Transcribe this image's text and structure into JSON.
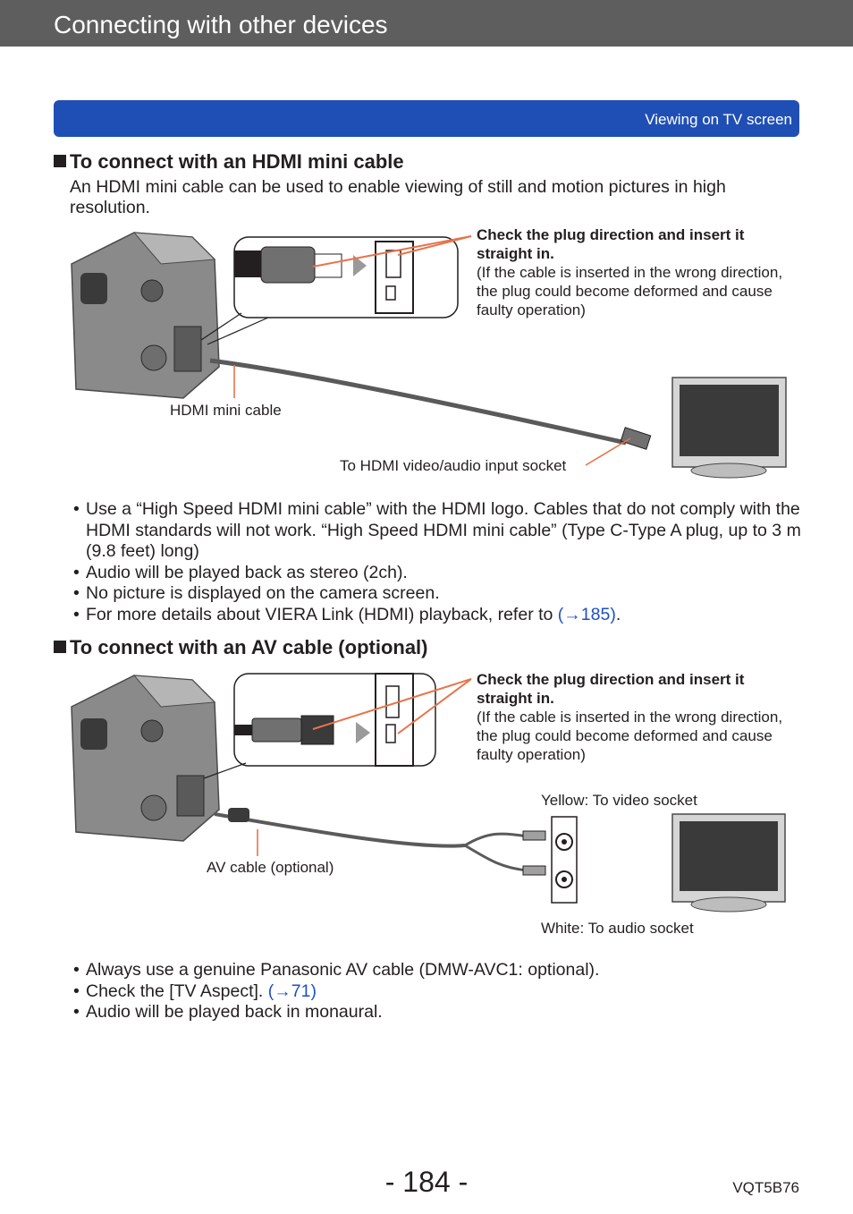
{
  "header": {
    "title": "Connecting with other devices"
  },
  "section_bar": {
    "label": "Viewing on TV screen"
  },
  "hdmi": {
    "heading": "To connect with an HDMI mini cable",
    "intro": "An HDMI mini cable can be used to enable viewing of still and motion pictures in high resolution.",
    "note_bold": "Check the plug direction and insert it straight in.",
    "note_text": "(If the cable is inserted in the wrong direction, the plug could become deformed and cause faulty operation)",
    "cable_label": "HDMI mini cable",
    "socket_label": "To HDMI video/audio input socket",
    "bullets": [
      "Use a “High Speed HDMI mini cable” with the HDMI logo. Cables that do not comply with the HDMI standards will not work. “High Speed HDMI mini cable” (Type C-Type A plug, up to 3 m (9.8 feet) long)",
      "Audio will be played back as stereo (2ch).",
      "No picture is displayed on the camera screen."
    ],
    "bullet_link_prefix": "For more details about VIERA Link (HDMI) playback, refer to ",
    "bullet_link": "(→185)",
    "bullet_link_suffix": "."
  },
  "av": {
    "heading": "To connect with an AV cable (optional)",
    "note_bold": "Check the plug direction and insert it straight in.",
    "note_text": "(If the cable is inserted in the wrong direction, the plug could become deformed and cause faulty operation)",
    "yellow_label": "Yellow: To video socket",
    "white_label": "White: To audio socket",
    "cable_label": "AV cable (optional)",
    "bullets_1": "Always use a genuine Panasonic AV cable (DMW-AVC1: optional).",
    "bullets_2_prefix": "Check the [TV Aspect]. ",
    "bullets_2_link": "(→71)",
    "bullets_3": "Audio will be played back in monaural."
  },
  "footer": {
    "page_number": "- 184 -",
    "code": "VQT5B76"
  },
  "colors": {
    "header_bg": "#5e5e5e",
    "section_bar": "#1f4fb5",
    "link": "#1d4fc4",
    "callout": "#e8734a"
  }
}
